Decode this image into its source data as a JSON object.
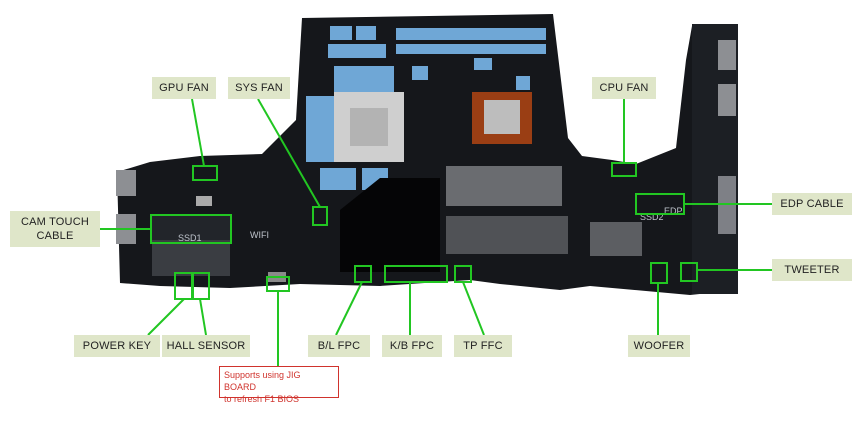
{
  "labels": {
    "gpu_fan": "GPU FAN",
    "sys_fan": "SYS FAN",
    "cpu_fan": "CPU FAN",
    "cam_touch": "CAM TOUCH\nCABLE",
    "edp_cable": "EDP CABLE",
    "tweeter": "TWEETER",
    "power_key": "POWER KEY",
    "hall_sensor": "HALL SENSOR",
    "bl_fpc": "B/L FPC",
    "kb_fpc": "K/B FPC",
    "tp_ffc": "TP FFC",
    "woofer": "WOOFER"
  },
  "note": {
    "line1": "Supports using JIG BOARD",
    "line2": "to refresh F1 BIOS"
  },
  "board_markings": {
    "ssd1": "SSD1",
    "ssd2": "SSD2",
    "wifi": "WIFI",
    "edp": "EDP"
  },
  "colors": {
    "label_bg": "#dfe6c9",
    "highlight": "#22c622",
    "note_border": "#d0332d",
    "pcb": "#15171b"
  }
}
